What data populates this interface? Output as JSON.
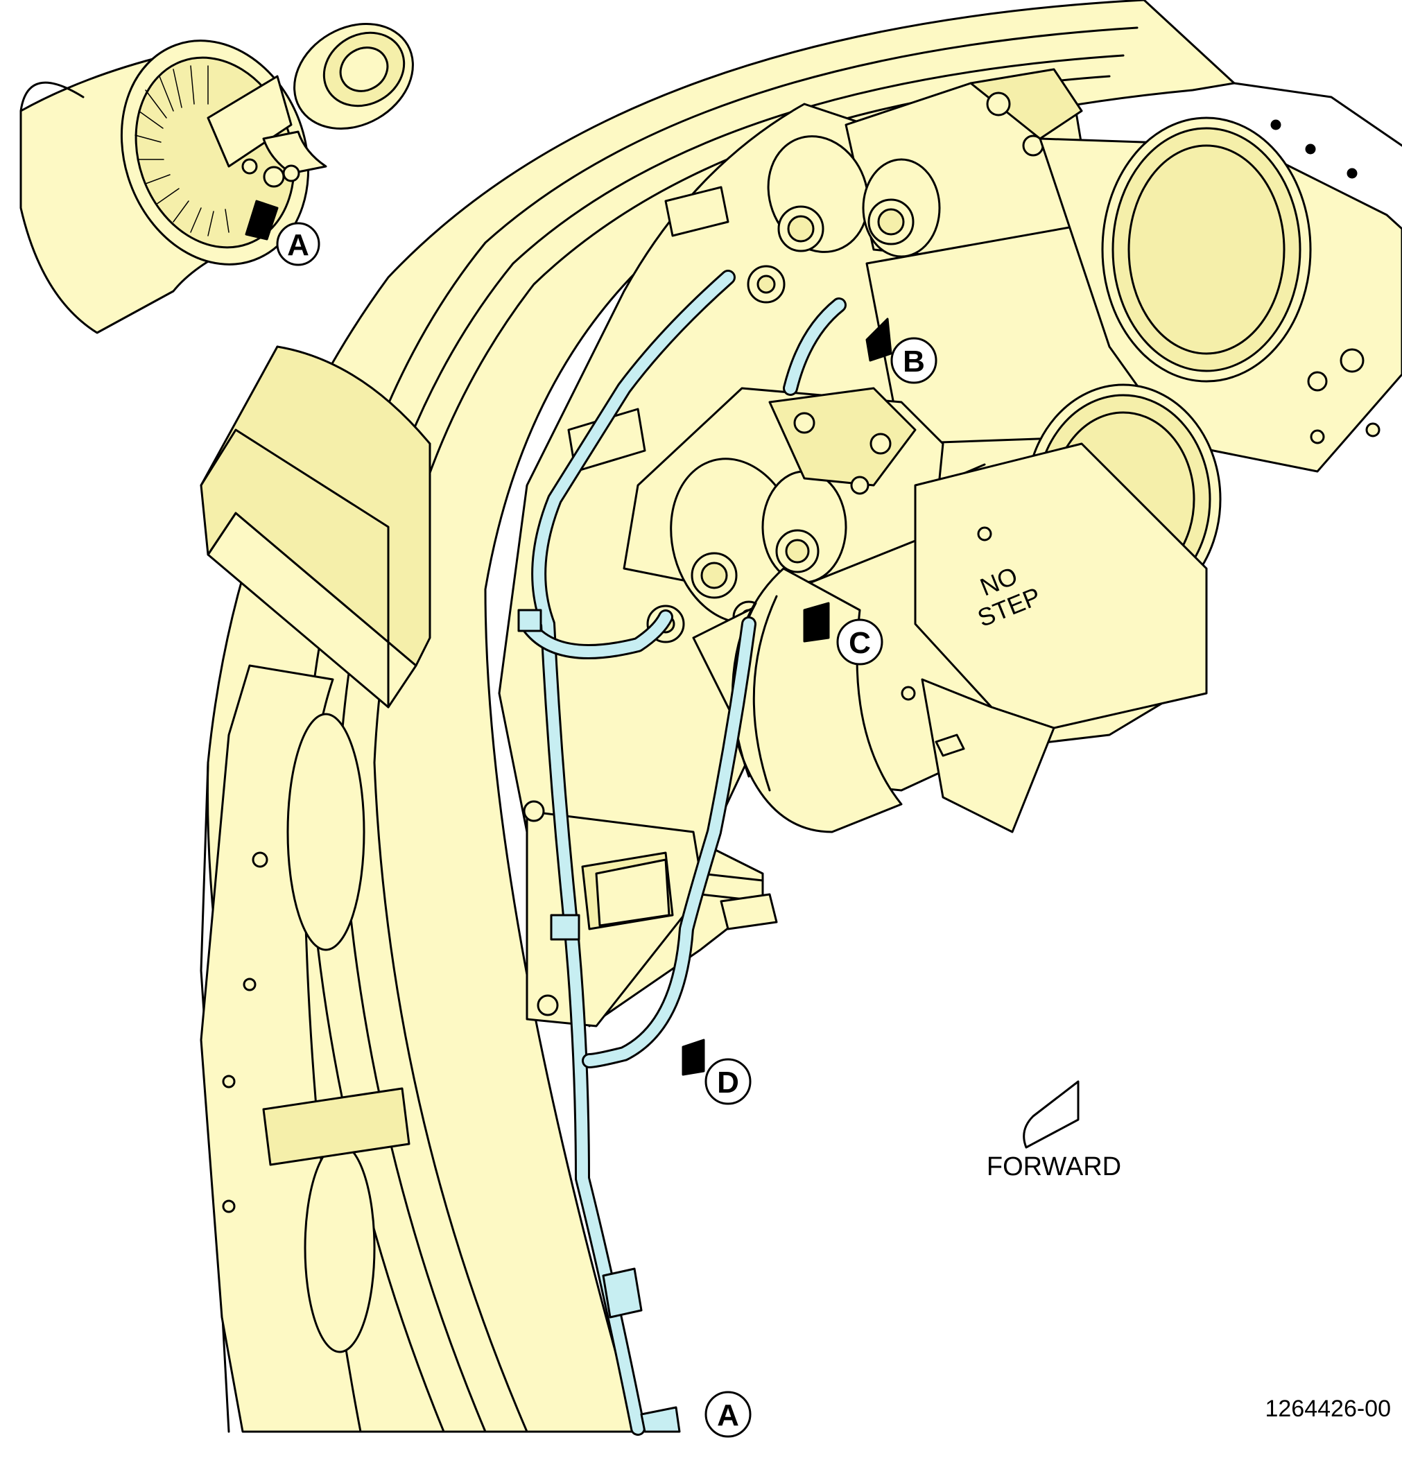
{
  "colors": {
    "part_fill": "#fdf9c4",
    "part_shade": "#f5efaa",
    "tube_fill": "#c7eef2",
    "outline": "#000000",
    "callout_fill": "#ffffff"
  },
  "callouts": {
    "a_engine": "A",
    "b": "B",
    "c": "C",
    "d": "D",
    "a_bottom": "A"
  },
  "stencils": {
    "no_step_line1": "NO",
    "no_step_line2": "STEP"
  },
  "forward_label": "FORWARD",
  "part_number": "1264426-00",
  "icons": [
    "arrow-pointer-icon",
    "forward-direction-arrow-icon",
    "stencil-arrow-icon"
  ]
}
